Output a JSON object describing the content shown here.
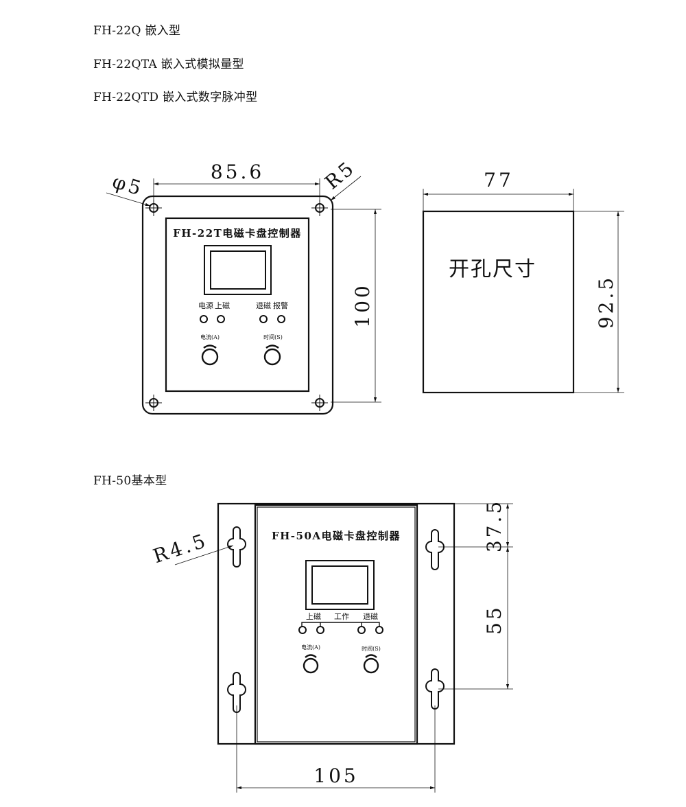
{
  "header": {
    "model_lines": [
      "FH-22Q 嵌入型",
      "FH-22QTA 嵌入式模拟量型",
      "FH-22QTD 嵌入式数字脉冲型"
    ],
    "fh50_heading": "FH-50基本型"
  },
  "fh22_drawing": {
    "width_dim": "85.6",
    "hole_dim": "φ5",
    "radius_dim": "R5",
    "height_dim": "100",
    "panel_title": "FH-22T电磁卡盘控制器",
    "indicator_labels": [
      "电源",
      "上磁",
      "退磁",
      "报警"
    ],
    "knob_labels": [
      "电流(A)",
      "时间(S)"
    ]
  },
  "cutout_drawing": {
    "label": "开孔尺寸",
    "width_dim": "77",
    "height_dim": "92.5"
  },
  "fh50_drawing": {
    "panel_title": "FH-50A电磁卡盘控制器",
    "radius_dim": "R4.5",
    "top_offset_dim": "37.5",
    "slot_spacing_dim": "55",
    "width_dim": "105",
    "indicator_labels": [
      "上磁",
      "工作",
      "退磁"
    ],
    "knob_labels": [
      "电流(A)",
      "时间(S)"
    ]
  }
}
